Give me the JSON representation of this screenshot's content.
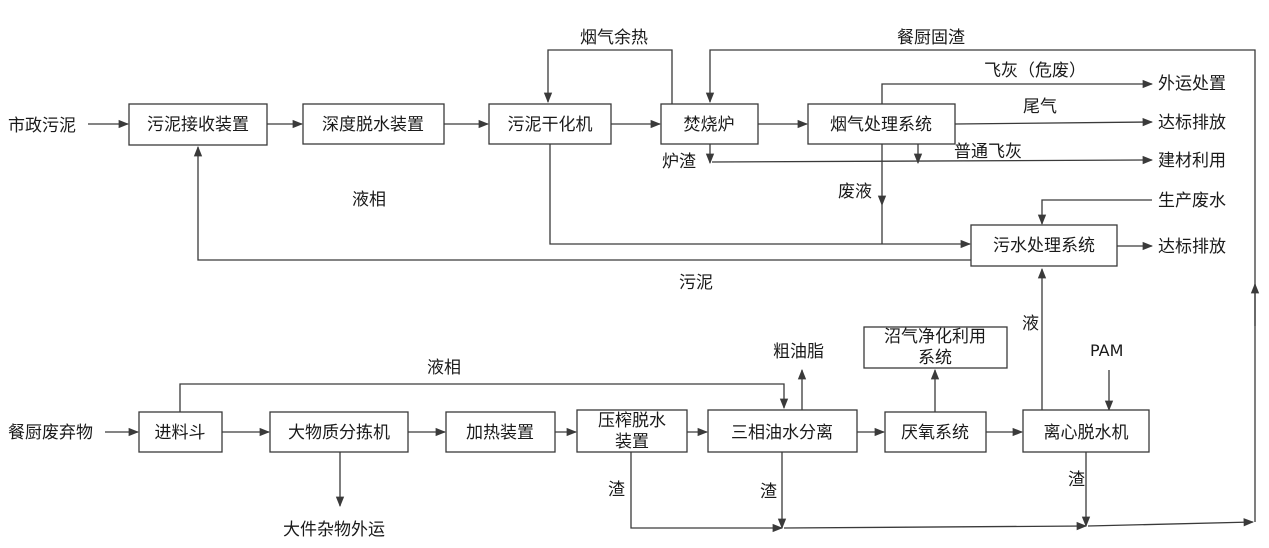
{
  "nodes": {
    "sludge_receive": "污泥接收装置",
    "deep_dewater": "深度脱水装置",
    "sludge_dryer": "污泥干化机",
    "incinerator": "焚烧炉",
    "flue_gas_system": "烟气处理系统",
    "wastewater_system": "污水处理系统",
    "feed_hopper": "进料斗",
    "sorting_machine": "大物质分拣机",
    "heating_device": "加热装置",
    "press_dewater_line1": "压榨脱水",
    "press_dewater_line2": "装置",
    "three_phase": "三相油水分离",
    "anaerobic": "厌氧系统",
    "centrifuge": "离心脱水机",
    "biogas_line1": "沼气净化利用",
    "biogas_line2": "系统"
  },
  "labels": {
    "municipal_sludge": "市政污泥",
    "flue_heat": "烟气余热",
    "kitchen_solid": "餐厨固渣",
    "fly_ash_hazard": "飞灰（危废）",
    "external_disposal": "外运处置",
    "tail_gas": "尾气",
    "discharge_1": "达标排放",
    "furnace_slag": "炉渣",
    "common_fly_ash": "普通飞灰",
    "building_material": "建材利用",
    "liquid_phase_1": "液相",
    "waste_liquid": "废液",
    "production_wastewater": "生产废水",
    "discharge_2": "达标排放",
    "sludge": "污泥",
    "crude_oil": "粗油脂",
    "liquid_phase_2": "液相",
    "liquid": "液",
    "pam": "PAM",
    "kitchen_waste": "餐厨废弃物",
    "large_debris": "大件杂物外运",
    "slag_1": "渣",
    "slag_2": "渣",
    "slag_3": "渣"
  }
}
